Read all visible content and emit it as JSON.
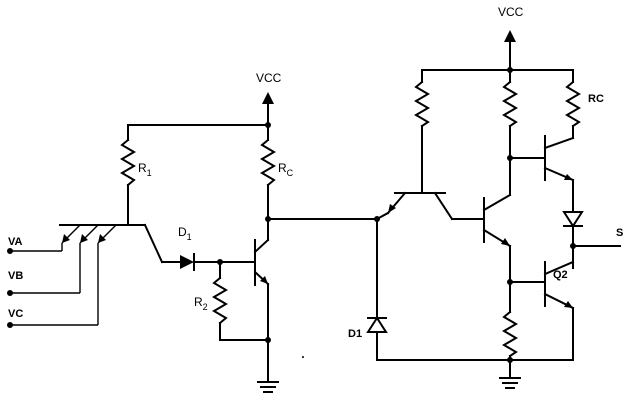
{
  "labels": {
    "vcc_left": "VCC",
    "vcc_right": "VCC",
    "r1_main": "R",
    "r1_sub": "1",
    "rc_left_main": "R",
    "rc_left_sub": "C",
    "d1_left_main": "D",
    "d1_left_sub": "1",
    "r2_main": "R",
    "r2_sub": "2",
    "va": "VA",
    "vb": "VB",
    "vc": "VC",
    "rc_right": "RC",
    "output_s": "S",
    "q2": "Q2",
    "d1_right": "D1"
  }
}
